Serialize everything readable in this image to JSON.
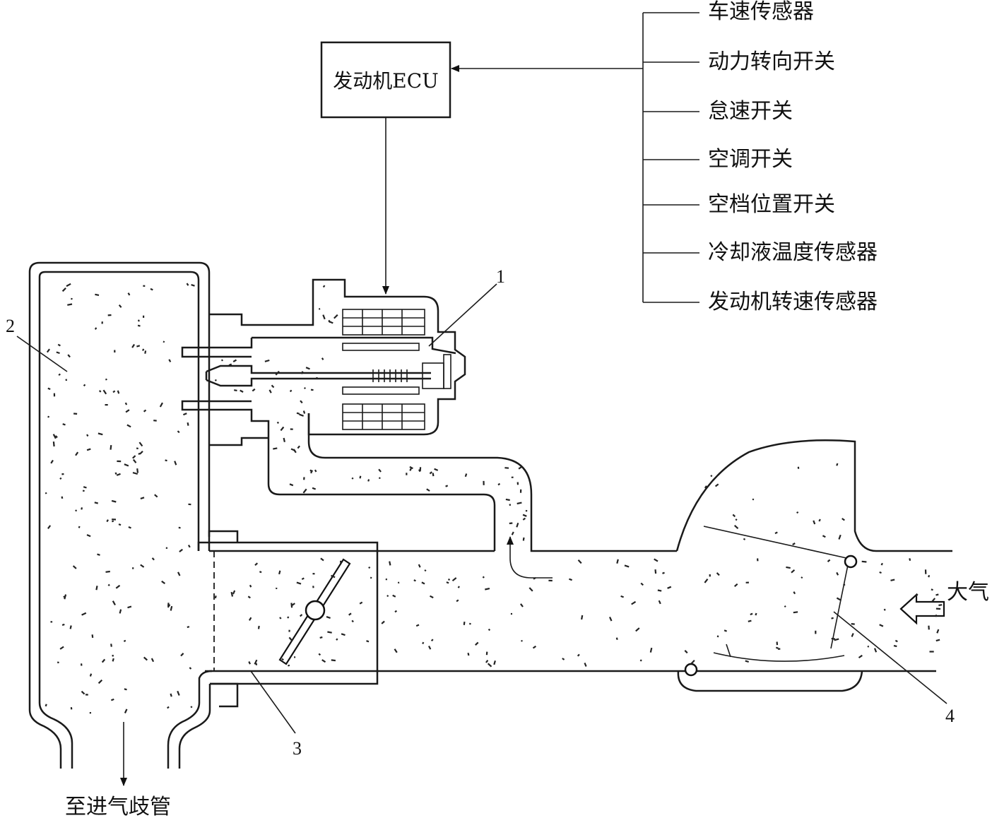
{
  "ecu": {
    "label": "发动机ECU"
  },
  "inputs": [
    "车速传感器",
    "动力转向开关",
    "怠速开关",
    "空调开关",
    "空档位置开关",
    "冷却液温度传感器",
    "发动机转速传感器"
  ],
  "part_numbers": [
    "1",
    "2",
    "3",
    "4"
  ],
  "intake_label": "大气",
  "outlet_label": "至进气歧管"
}
